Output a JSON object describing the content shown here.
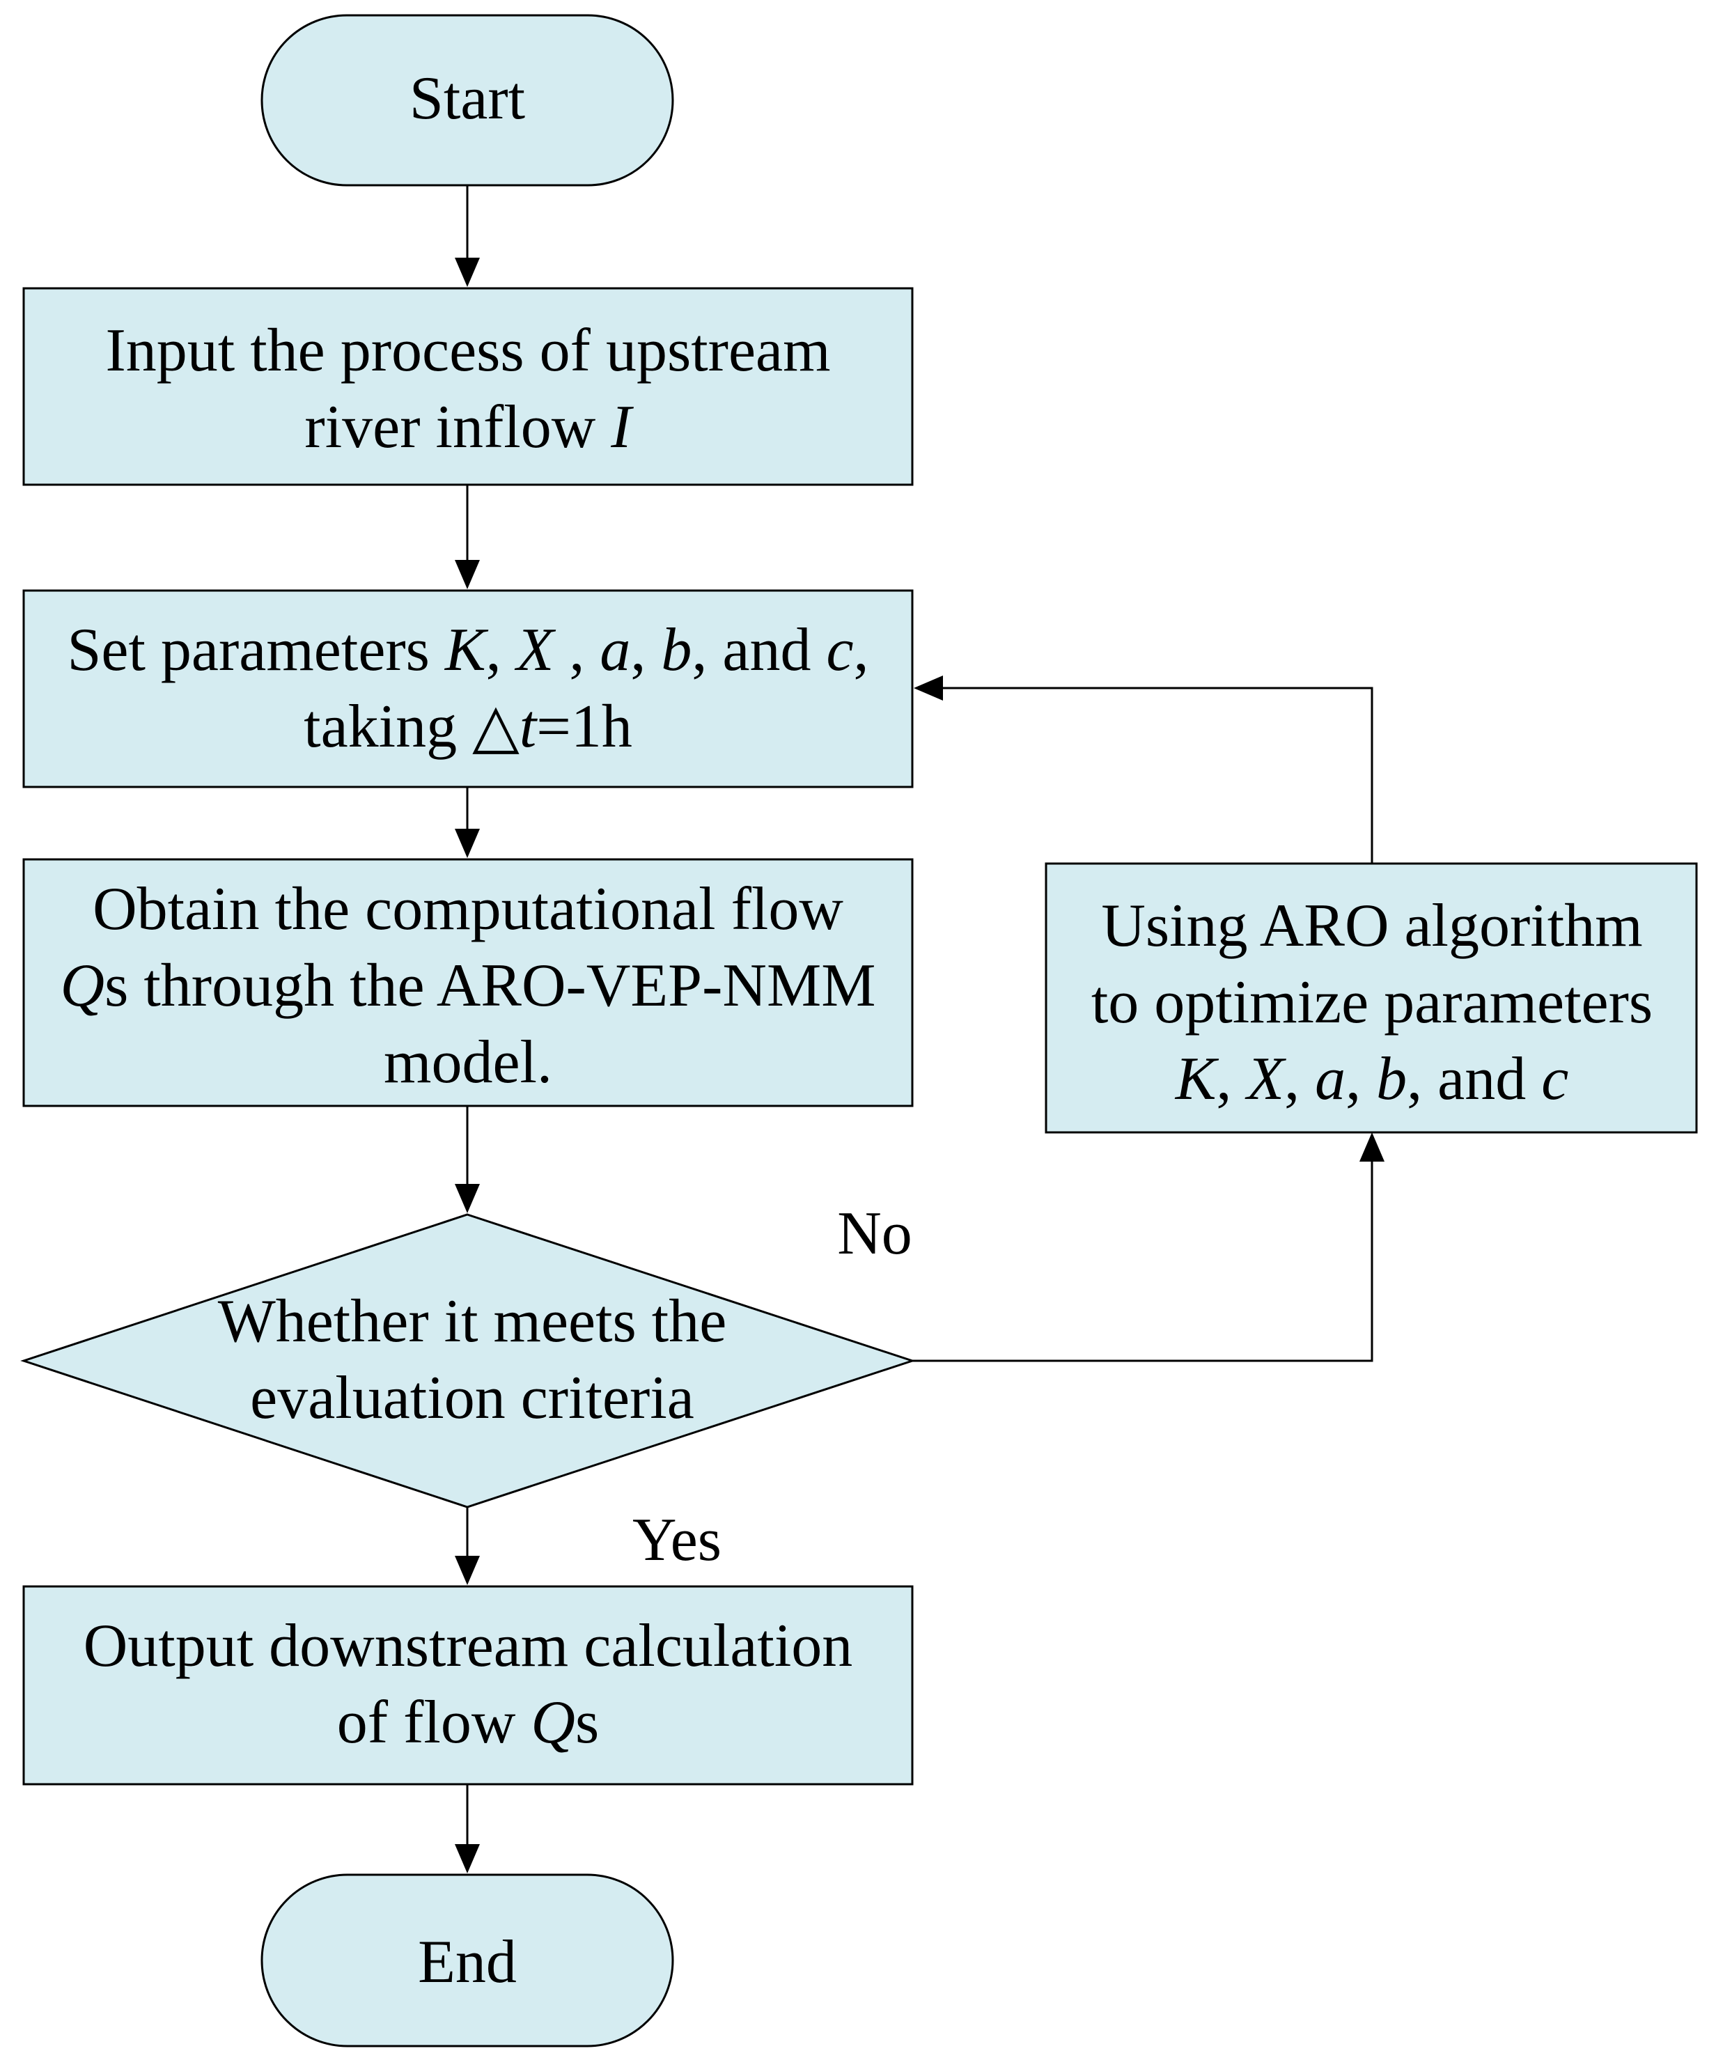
{
  "colors": {
    "box_fill": "#d5ecf1",
    "stroke": "#000000",
    "text": "#000000",
    "background": "#ffffff"
  },
  "nodes": {
    "start": {
      "text": "Start"
    },
    "input": {
      "line1": "Input the process of upstream",
      "line2_a": "river inflow ",
      "line2_var": "I"
    },
    "set_params": {
      "line1_a": "Set parameters ",
      "K": "K",
      "sep1": ", ",
      "X": "X",
      "sep2": " , ",
      "a": "a",
      "sep3": ", ",
      "b": "b",
      "sep4": ", and ",
      "c": "c",
      "sep5": ",",
      "line2_a": "taking △",
      "t": "t",
      "line2_b": "=1h"
    },
    "obtain": {
      "line1": "Obtain the computational flow",
      "line2_var": "Q",
      "line2_b": "s through the ARO-VEP-NMM",
      "line3": "model."
    },
    "decision": {
      "line1": "Whether it meets the",
      "line2": "evaluation criteria"
    },
    "optimize": {
      "line1": "Using ARO algorithm",
      "line2": "to optimize parameters",
      "K": "K",
      "sep1": ", ",
      "X": "X",
      "sep2": ", ",
      "a": "a",
      "sep3": ", ",
      "b": "b",
      "sep4": ", and ",
      "c": "c"
    },
    "output": {
      "line1": "Output downstream calculation",
      "line2_a": "of flow ",
      "line2_var": "Q",
      "line2_b": "s"
    },
    "end": {
      "text": "End"
    }
  },
  "edge_labels": {
    "no": "No",
    "yes": "Yes"
  }
}
